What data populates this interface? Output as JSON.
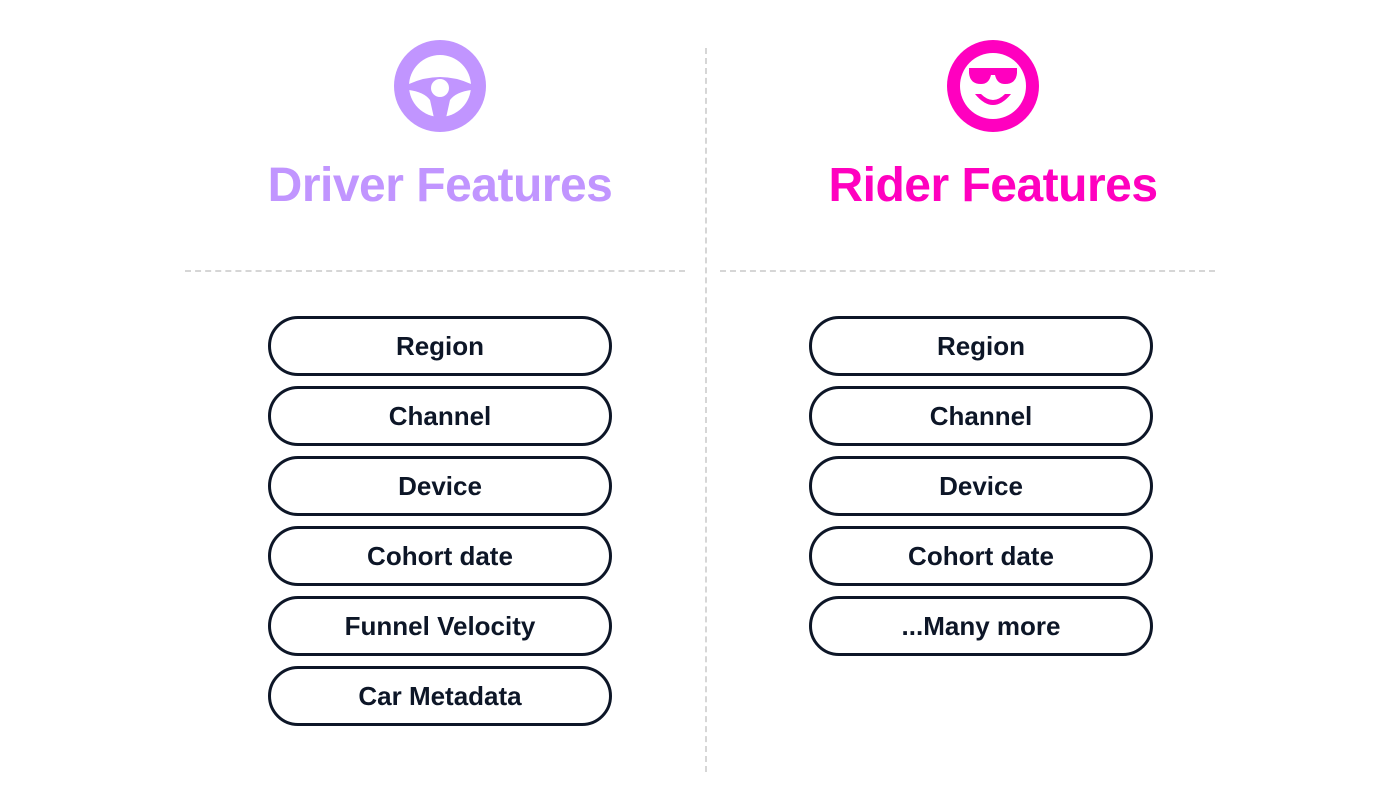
{
  "columns": {
    "driver": {
      "title": "Driver Features",
      "icon": "steering-wheel-icon",
      "accent": "#c195ff",
      "items": [
        "Region",
        "Channel",
        "Device",
        "Cohort date",
        "Funnel Velocity",
        "Car Metadata"
      ]
    },
    "rider": {
      "title": "Rider Features",
      "icon": "smiley-sunglasses-icon",
      "accent": "#ff00bf",
      "items": [
        "Region",
        "Channel",
        "Device",
        "Cohort date",
        "...Many more"
      ]
    }
  },
  "colors": {
    "pill_border": "#0d1627",
    "pill_text": "#0d1627",
    "divider": "#d6d6d6"
  }
}
